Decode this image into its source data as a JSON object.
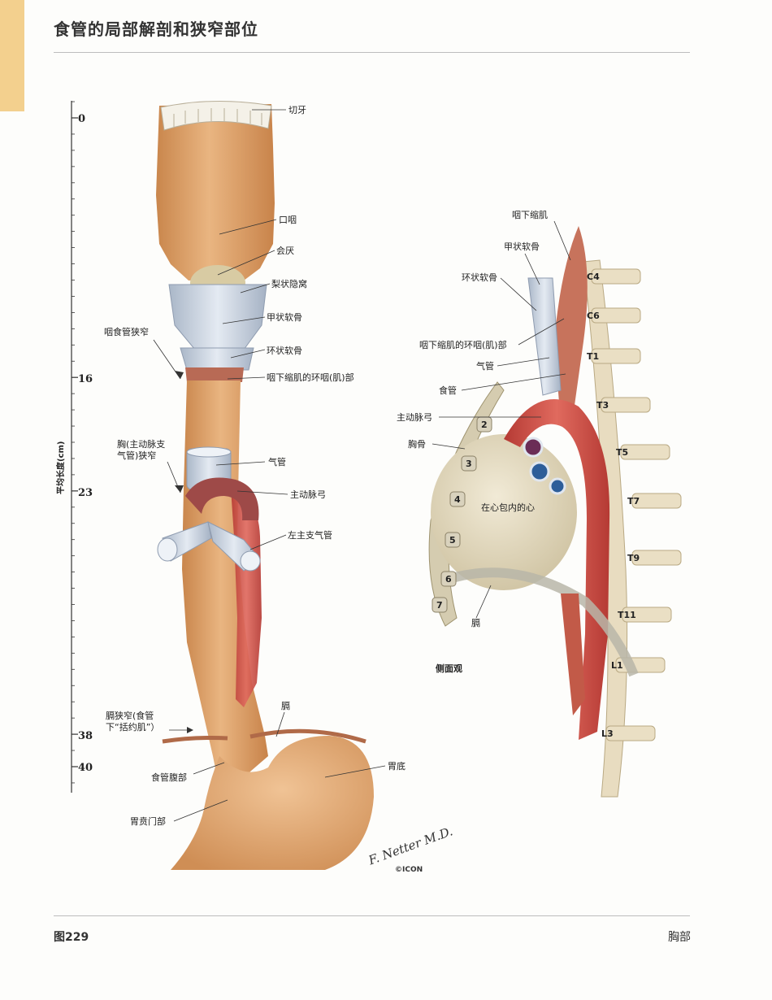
{
  "header": {
    "title": "食管的局部解剖和狭窄部位"
  },
  "footer": {
    "figure_number": "图229",
    "section": "胸部"
  },
  "scale": {
    "axis_label": "平均长度(cm)",
    "ticks": [
      "0",
      "16",
      "23",
      "38",
      "40"
    ]
  },
  "front_view": {
    "labels": {
      "incisors": "切牙",
      "oropharynx": "口咽",
      "epiglottis": "会厌",
      "piriform_fossa": "梨状隐窝",
      "thyroid_cartilage": "甲状软骨",
      "cricoid_cartilage": "环状软骨",
      "cricopharyngeus": "咽下缩肌的环咽(肌)部",
      "pharyngoesophageal_constriction": "咽食管狭窄",
      "trachea": "气管",
      "aortic_arch": "主动脉弓",
      "left_main_bronchus": "左主支气管",
      "thoracic_constriction_line1": "胸(主动脉支",
      "thoracic_constriction_line2": "气管)狭窄",
      "diaphragm": "膈",
      "diaphragmatic_constriction_line1": "膈狭窄(食管",
      "diaphragmatic_constriction_line2": "下“括约肌”）",
      "abdominal_esophagus": "食管腹部",
      "fundus": "胃底",
      "cardia": "胃贲门部"
    }
  },
  "lateral_view": {
    "caption": "侧面观",
    "labels": {
      "inferior_constrictor": "咽下缩肌",
      "thyroid_cartilage": "甲状软骨",
      "cricoid_cartilage": "环状软骨",
      "cricopharyngeus": "咽下缩肌的环咽(肌)部",
      "trachea": "气管",
      "esophagus": "食管",
      "aortic_arch": "主动脉弓",
      "sternum": "胸骨",
      "heart": "在心包内的心",
      "diaphragm": "膈"
    },
    "vertebrae": [
      "C4",
      "C6",
      "T1",
      "T3",
      "T5",
      "T7",
      "T9",
      "T11",
      "L1",
      "L3"
    ],
    "ribs": [
      "2",
      "3",
      "4",
      "5",
      "6",
      "7"
    ]
  },
  "signature": {
    "text": "F. Netter M.D.",
    "mark": "©ICON"
  },
  "colors": {
    "tab": "#f3d08e",
    "esophagus": "#e3a872",
    "aorta": "#d2524a",
    "cartilage": "#c9d4e2",
    "heart": "#e6dcc2",
    "vertebra": "#e8dcc0"
  }
}
